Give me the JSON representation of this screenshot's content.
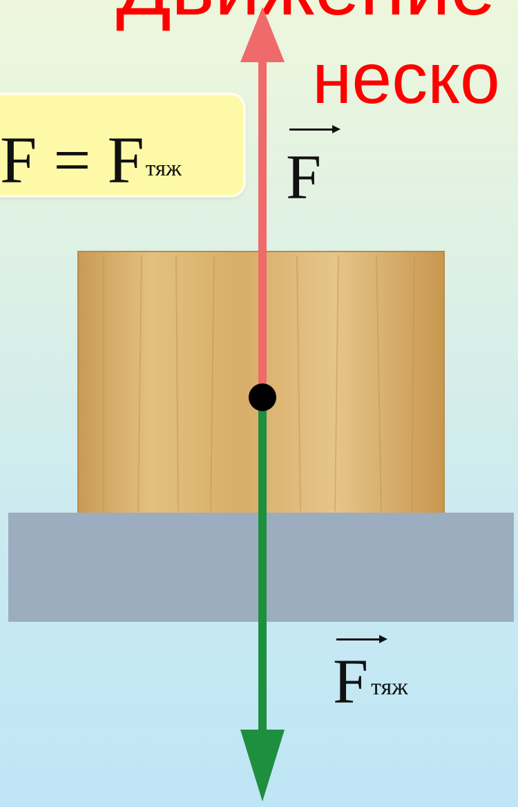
{
  "title": {
    "line1": "Движение",
    "line2": "неско"
  },
  "equation": {
    "lhs": "F = F",
    "subscript": "тяж"
  },
  "forces": {
    "applied": {
      "symbol": "F",
      "color": "#ef6a6a"
    },
    "gravity": {
      "symbol": "F",
      "subscript": "тяж",
      "color": "#1e8f3e"
    }
  },
  "colors": {
    "block": "#d6a866",
    "surface": "#9badbf",
    "center_point": "#000000"
  }
}
